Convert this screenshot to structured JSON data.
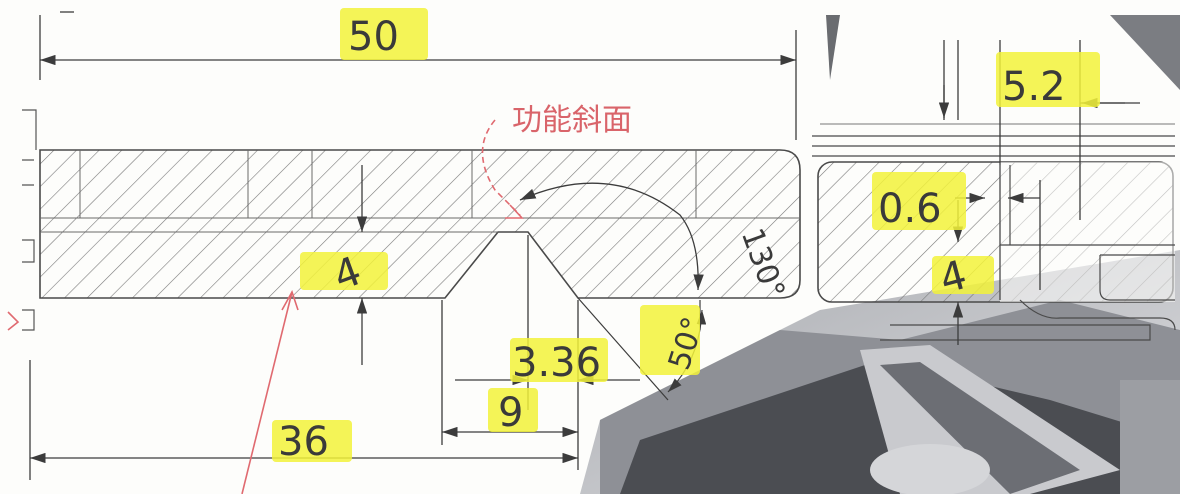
{
  "dimensions": {
    "overall_length": "50",
    "left_distance": "36",
    "thickness_left": "4",
    "thickness_right": "4",
    "groove_width": "9",
    "offset": "3.36",
    "groove_angle": "50°",
    "arc_angle": "130°",
    "clearance": "0.6",
    "step_width": "5.2"
  },
  "annotation": {
    "note_text": "功能斜面"
  },
  "colors": {
    "line": "#4a4a4a",
    "hatch": "#7a7a7a",
    "highlight": "#f2f23a",
    "redline": "#e06a70",
    "photo_dark": "#4b4d52",
    "photo_light": "#b9bbbf"
  }
}
